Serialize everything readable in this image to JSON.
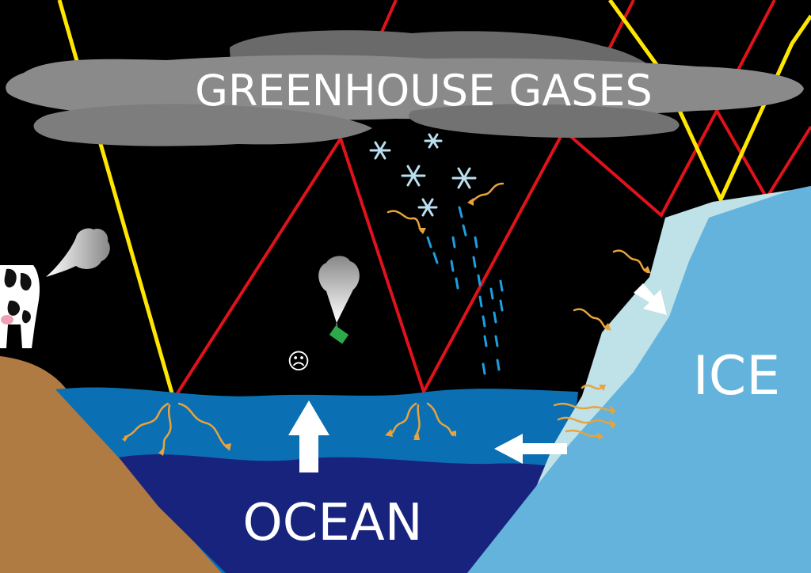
{
  "labels": {
    "greenhouse": "GREENHOUSE GASES",
    "ocean": "OCEAN",
    "ice": "ICE",
    "sad_face": "☹"
  },
  "colors": {
    "background": "#000000",
    "sunlight_ray": "#ffe600",
    "reflected_heat_ray": "#e0121b",
    "cloud": "#8a8a8a",
    "ocean_surface": "#0b6fb3",
    "ocean_deep": "#18237e",
    "ice_main": "#63b3dc",
    "ice_light": "#bfe1e8",
    "land": "#b07a43",
    "heat_squiggle": "#e8a33c",
    "rain": "#1e9fe0",
    "snowflake": "#b9dff0",
    "arrow": "#ffffff"
  }
}
